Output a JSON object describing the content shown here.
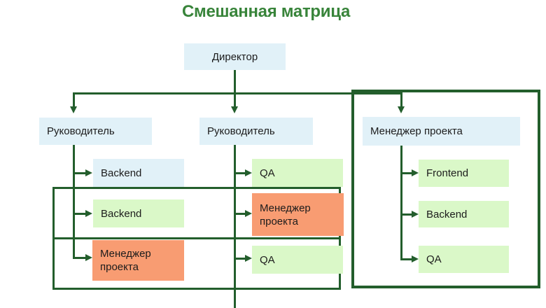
{
  "title": "Смешанная матрица",
  "colors": {
    "title_green": "#38843a",
    "line_green": "#235e2c",
    "fill_blue": "#e1f1f8",
    "fill_green": "#daf8c8",
    "fill_orange": "#f89c72",
    "text": "#1c1c1c"
  },
  "boxes": {
    "director": "Директор",
    "manager_left": "Руководитель",
    "manager_center": "Руководитель",
    "project_manager_right": "Менеджер проекта",
    "left_child_1": "Backend",
    "left_child_2": "Backend",
    "left_child_3": "Менеджер проекта",
    "center_child_1": "QA",
    "center_child_2": "Менеджер проекта",
    "center_child_3": "QA",
    "right_child_1": "Frontend",
    "right_child_2": "Backend",
    "right_child_3": "QA"
  }
}
